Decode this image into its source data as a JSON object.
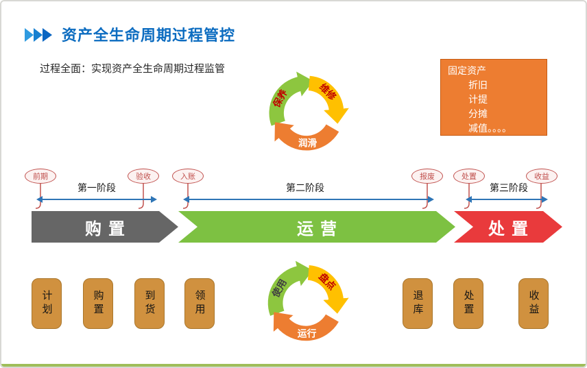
{
  "slide": {
    "title": "资产全生命周期过程管控",
    "subtitle": "过程全面：实现资产全生命周期过程监管"
  },
  "info_box": {
    "title": "固定资产",
    "items": [
      "折旧",
      "计提",
      "分摊",
      "减值。。。。"
    ]
  },
  "top_cycle": {
    "top": "维修",
    "left": "保养",
    "bottom": "润滑"
  },
  "bottom_cycle": {
    "top": "盘点",
    "left": "使用",
    "bottom": "运行"
  },
  "timeline": {
    "phases": [
      "第一阶段",
      "第二阶段",
      "第三阶段"
    ],
    "milestones": [
      "前期",
      "验收",
      "入账",
      "报废",
      "处置",
      "收益"
    ]
  },
  "banners": [
    "购置",
    "运营",
    "处置"
  ],
  "process_boxes": [
    "计划",
    "购置",
    "到货",
    "领用",
    "退库",
    "处置",
    "收益"
  ],
  "colors": {
    "title-blue": "#0C6CC0",
    "orange": "#ED7D31",
    "yellow": "#FFC000",
    "green": "#8DC63F",
    "banner-gray": "#666666",
    "banner-green": "#7DC142",
    "banner-red": "#E93A3C",
    "box-tan": "#D0913F",
    "bubble-red": "#C0504D",
    "arrow-blue": "#2E75B6",
    "footer-green": "#9FBE5A"
  }
}
